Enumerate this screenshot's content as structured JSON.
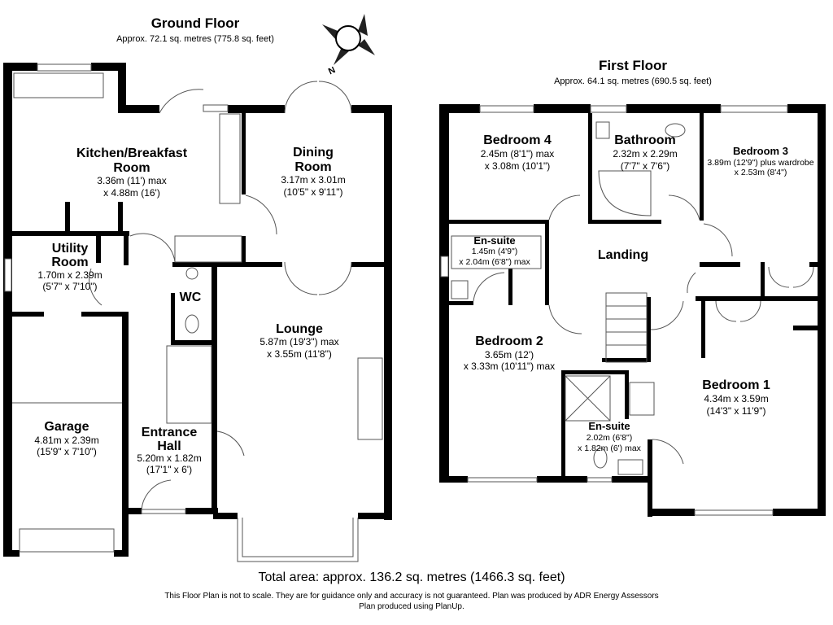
{
  "ground_floor": {
    "title": "Ground Floor",
    "area": "Approx. 72.1 sq. metres (775.8 sq. feet)",
    "compass_label": "N",
    "rooms": [
      {
        "name_lines": [
          "Kitchen/Breakfast",
          "Room"
        ],
        "dims": [
          "3.36m (11') max",
          "x 4.88m (16')"
        ]
      },
      {
        "name_lines": [
          "Dining",
          "Room"
        ],
        "dims": [
          "3.17m x 3.01m",
          "(10'5\" x 9'11\")"
        ]
      },
      {
        "name_lines": [
          "Utility",
          "Room"
        ],
        "dims": [
          "1.70m x 2.39m",
          "(5'7\" x 7'10\")"
        ]
      },
      {
        "name_lines": [
          "WC"
        ],
        "dims": []
      },
      {
        "name_lines": [
          "Lounge"
        ],
        "dims": [
          "5.87m (19'3\") max",
          "x 3.55m (11'8\")"
        ]
      },
      {
        "name_lines": [
          "Garage"
        ],
        "dims": [
          "4.81m x 2.39m",
          "(15'9\" x 7'10\")"
        ]
      },
      {
        "name_lines": [
          "Entrance",
          "Hall"
        ],
        "dims": [
          "5.20m x 1.82m",
          "(17'1\" x 6')"
        ]
      }
    ]
  },
  "first_floor": {
    "title": "First Floor",
    "area": "Approx. 64.1 sq. metres (690.5 sq. feet)",
    "rooms": [
      {
        "name_lines": [
          "Bedroom 4"
        ],
        "dims": [
          "2.45m (8'1\") max",
          "x 3.08m (10'1\")"
        ]
      },
      {
        "name_lines": [
          "Bathroom"
        ],
        "dims": [
          "2.32m x 2.29m",
          "(7'7\" x 7'6\")"
        ]
      },
      {
        "name_lines": [
          "Bedroom 3"
        ],
        "dims": [
          "3.89m (12'9\") plus wardrobe",
          "x 2.53m (8'4\")"
        ]
      },
      {
        "name_lines": [
          "En-suite"
        ],
        "dims": [
          "1.45m (4'9\")",
          "x 2.04m (6'8\") max"
        ]
      },
      {
        "name_lines": [
          "Landing"
        ],
        "dims": []
      },
      {
        "name_lines": [
          "Bedroom 2"
        ],
        "dims": [
          "3.65m (12')",
          "x 3.33m (10'11\") max"
        ]
      },
      {
        "name_lines": [
          "Bedroom 1"
        ],
        "dims": [
          "4.34m x 3.59m",
          "(14'3\" x 11'9\")"
        ]
      },
      {
        "name_lines": [
          "En-suite"
        ],
        "dims": [
          "2.02m (6'8\")",
          "x 1.82m (6') max"
        ]
      }
    ]
  },
  "footer": {
    "total_area": "Total area: approx. 136.2 sq. metres (1466.3 sq. feet)",
    "disclaimer": "This Floor Plan is not to scale. They are for guidance only and accuracy is not guaranteed. Plan was produced by ADR Energy Assessors",
    "produced_with": "Plan produced using PlanUp."
  }
}
